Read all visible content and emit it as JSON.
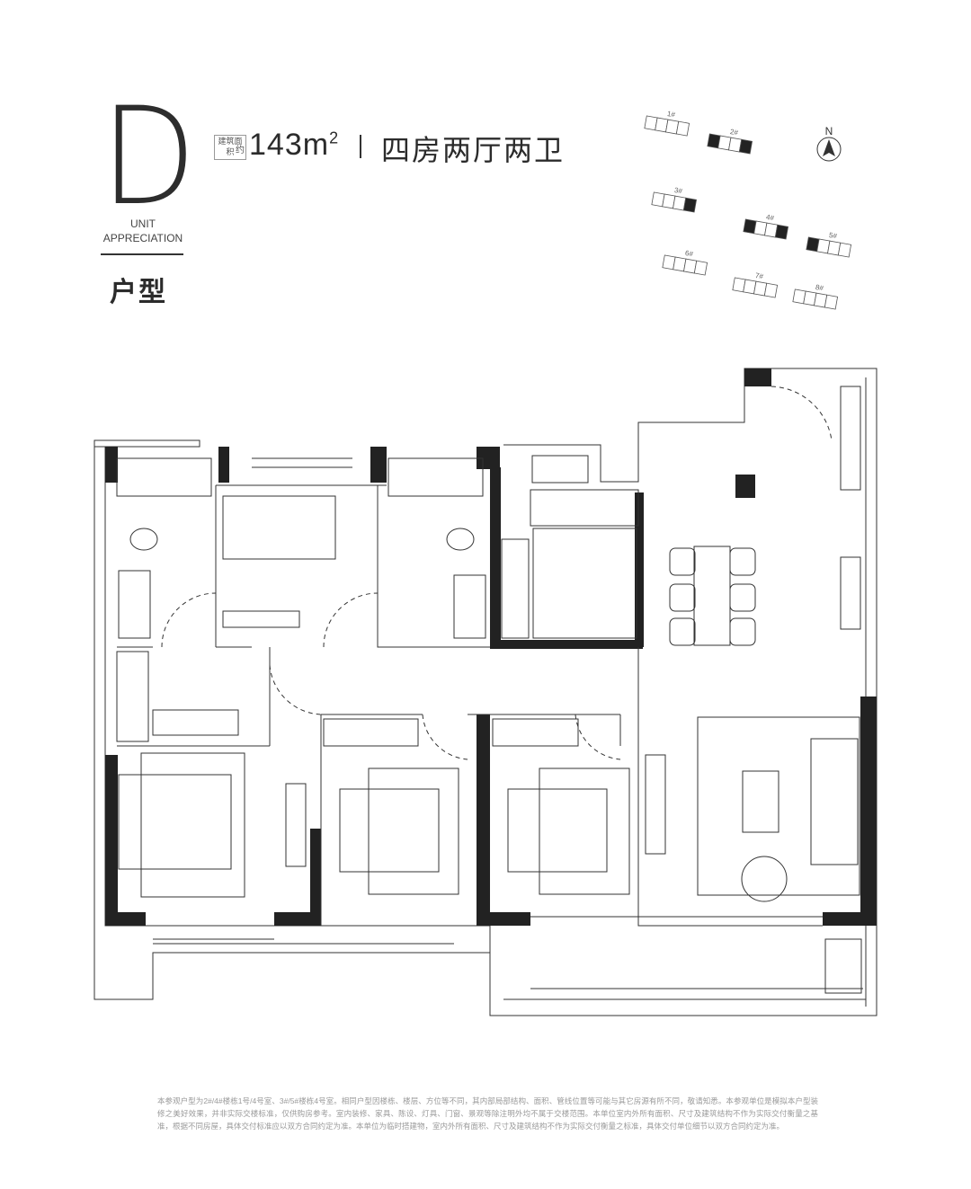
{
  "header": {
    "unit_letter": "D",
    "area_label": "建筑面积",
    "area_suffix": "约",
    "area_value": "143m",
    "area_unit_sup": "2",
    "layout_type": "四房两厅两卫",
    "unit_en_line1": "UNIT",
    "unit_en_line2": "APPRECIATION",
    "unit_cn": "户型"
  },
  "site_plan": {
    "north_label": "N",
    "buildings": [
      "1#",
      "2#",
      "3#",
      "4#",
      "5#",
      "6#",
      "7#",
      "8#"
    ],
    "highlighted_buildings": [
      "2#",
      "3#",
      "4#",
      "5#"
    ]
  },
  "disclaimer": "本参观户型为2#/4#楼栋1号/4号室、3#/5#楼栋4号室。相同户型因楼栋、楼层、方位等不同，其内部局部结构、面积、管线位置等可能与其它房源有所不同，敬请知悉。本参观单位是模拟本户型装修之美好效果，并非实际交楼标准，仅供购房参考。室内装修、家具、陈设、灯具、门窗、景观等除注明外均不属于交楼范围。本单位室内外所有面积、尺寸及建筑结构不作为实际交付衡量之基准，根据不同房屋，具体交付标准应以双方合同约定为准。本单位为临时搭建物，室内外所有面积、尺寸及建筑结构不作为实际交付衡量之标准，具体交付单位细节以双方合同约定为准。"
}
